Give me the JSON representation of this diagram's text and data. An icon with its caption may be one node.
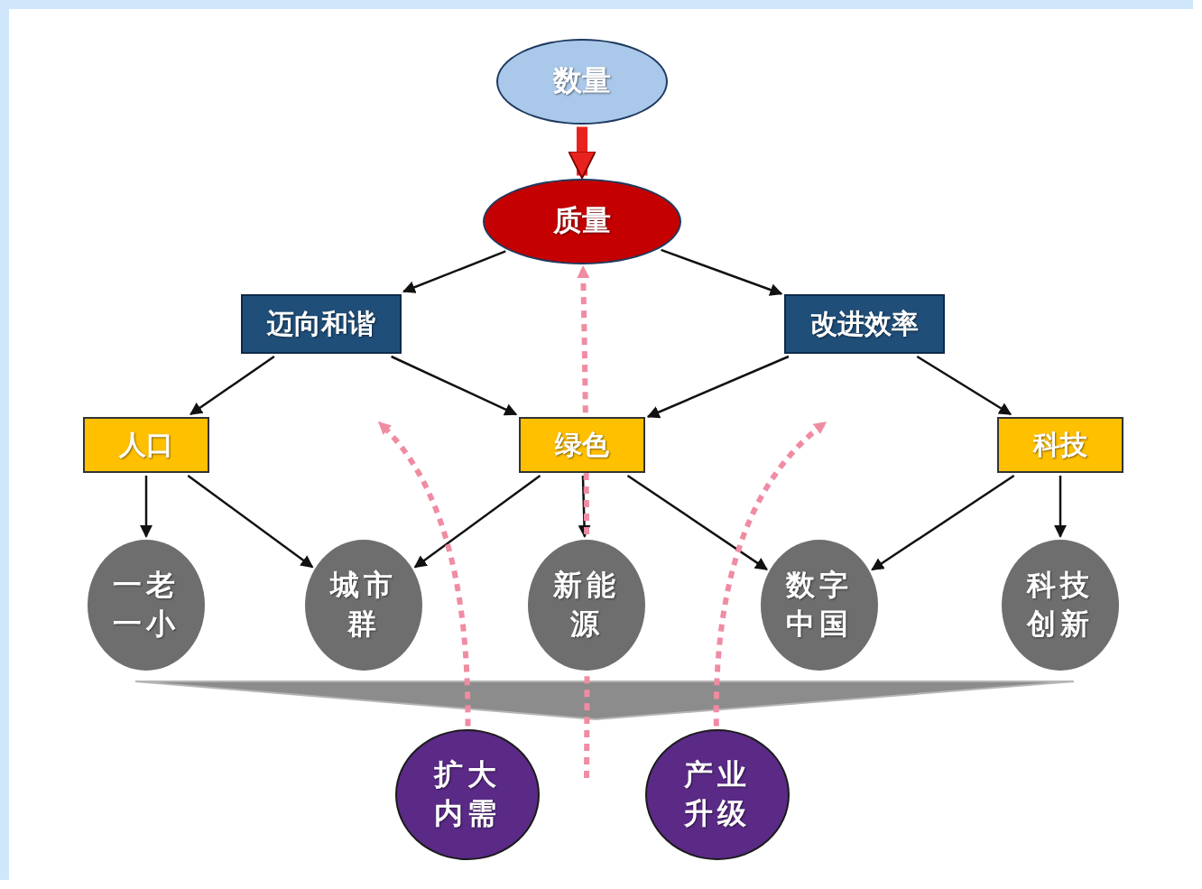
{
  "diagram": {
    "nodes": [
      {
        "text": [
          "数量"
        ]
      },
      {
        "text": [
          "质量"
        ]
      },
      {
        "text": [
          "迈向和谐"
        ]
      },
      {
        "text": [
          "改进效率"
        ]
      },
      {
        "text": [
          "人口"
        ]
      },
      {
        "text": [
          "绿色"
        ]
      },
      {
        "text": [
          "科技"
        ]
      },
      {
        "text": [
          "一老一小"
        ]
      },
      {
        "text": [
          "城市群"
        ]
      },
      {
        "text": [
          "新能源"
        ]
      },
      {
        "text": [
          "数字中国"
        ]
      },
      {
        "text": [
          "科技创新"
        ]
      },
      {
        "text": [
          "扩大内需"
        ]
      },
      {
        "text": [
          "产业升级"
        ]
      }
    ],
    "edges": [
      {
        "from": 0,
        "to": 1,
        "arrow": "to",
        "style": "thick",
        "color": "#e8231e"
      },
      {
        "from": 1,
        "to": 2,
        "arrow": "to"
      },
      {
        "from": 1,
        "to": 3,
        "arrow": "to"
      },
      {
        "from": 2,
        "to": 4,
        "arrow": "to"
      },
      {
        "from": 2,
        "to": 5,
        "arrow": "to"
      },
      {
        "from": 3,
        "to": 5,
        "arrow": "to"
      },
      {
        "from": 3,
        "to": 6,
        "arrow": "to"
      },
      {
        "from": 4,
        "to": 7,
        "arrow": "to"
      },
      {
        "from": 4,
        "to": 8,
        "arrow": "to"
      },
      {
        "from": 5,
        "to": 8,
        "arrow": "to"
      },
      {
        "from": 5,
        "to": 9,
        "arrow": "to"
      },
      {
        "from": 5,
        "to": 10,
        "arrow": "to"
      },
      {
        "from": 6,
        "to": 10,
        "arrow": "to"
      },
      {
        "from": 6,
        "to": 11,
        "arrow": "to"
      },
      {
        "from": 12,
        "to": null,
        "arrow": "to",
        "style": "dashed",
        "color": "#f08ca2"
      },
      {
        "from": null,
        "to": 1,
        "arrow": "to",
        "style": "dashed",
        "color": "#f08ca2"
      },
      {
        "from": 13,
        "to": null,
        "arrow": "to",
        "style": "dashed",
        "color": "#f08ca2"
      }
    ]
  }
}
